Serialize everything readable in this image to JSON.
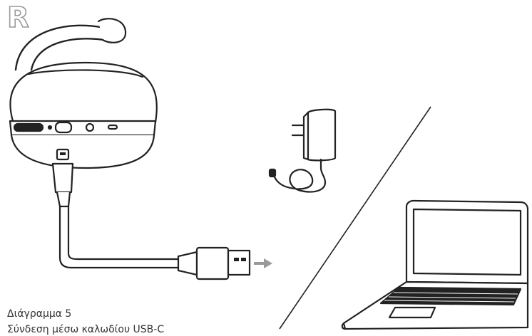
{
  "corner_letter": "R",
  "caption": {
    "title": "Διάγραμμα 5",
    "subtitle": "Σύνδεση μέσω καλωδίου USB-C"
  },
  "icons": [
    "right-hand-headphone-earcup-icon",
    "usb-c-cable-icon",
    "usb-a-plug-icon",
    "arrow-right-icon",
    "wall-charger-icon",
    "laptop-icon"
  ],
  "colors": {
    "line": "#222222",
    "arrow": "#9a9a9a",
    "text": "#333333"
  }
}
